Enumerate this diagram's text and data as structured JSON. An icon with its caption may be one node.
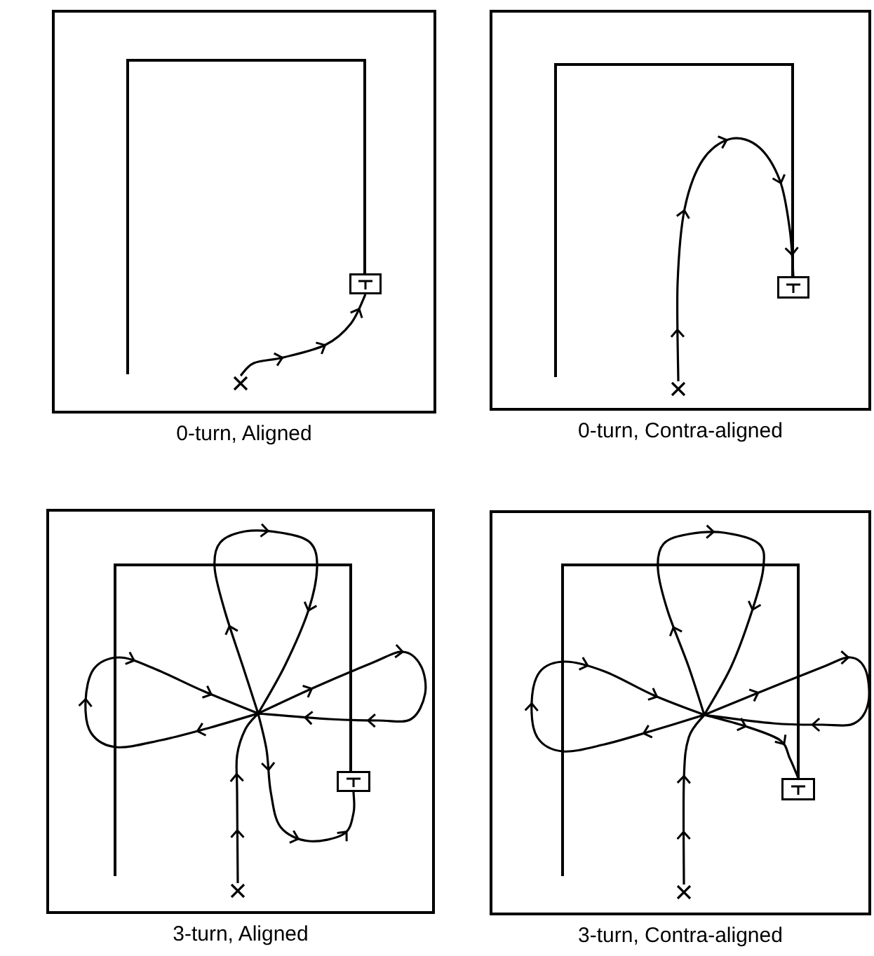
{
  "diagram": {
    "nodes": [
      {
        "text": [
          "0-turn, Aligned"
        ]
      },
      {
        "text": [],
        "shape": "box",
        "in": 0
      },
      {
        "text": [],
        "shape": "cross",
        "in": 0
      },
      {
        "text": [
          "0-turn, Contra-aligned"
        ]
      },
      {
        "text": [],
        "shape": "box",
        "in": 3
      },
      {
        "text": [],
        "shape": "cross",
        "in": 3
      },
      {
        "text": [
          "3-turn, Aligned"
        ]
      },
      {
        "text": [],
        "shape": "box",
        "in": 6
      },
      {
        "text": [],
        "shape": "cross",
        "in": 6
      },
      {
        "text": [
          "3-turn, Contra-aligned"
        ]
      },
      {
        "text": [],
        "shape": "box",
        "in": 9
      },
      {
        "text": [],
        "shape": "cross",
        "in": 9
      }
    ],
    "edges": [
      {
        "from": 2,
        "to": 1,
        "arrow": "to"
      },
      {
        "from": 5,
        "to": 4,
        "arrow": "to"
      },
      {
        "from": 8,
        "to": 7,
        "arrow": "to"
      },
      {
        "from": 11,
        "to": 10,
        "arrow": "to"
      }
    ]
  }
}
